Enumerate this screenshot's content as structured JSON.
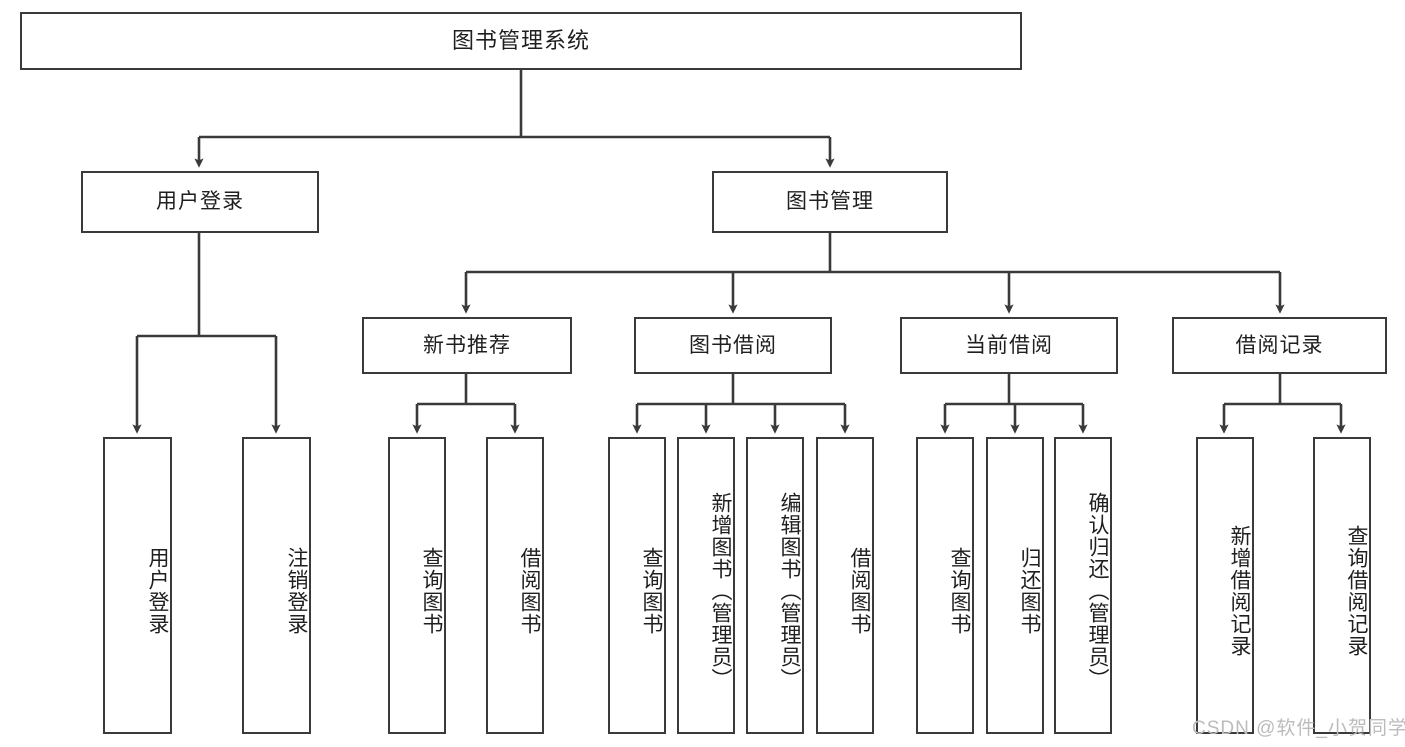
{
  "diagram": {
    "title_box": "图书管理系统",
    "level2": [
      {
        "label": "用户登录"
      },
      {
        "label": "图书管理"
      }
    ],
    "level3": [
      {
        "label": "新书推荐"
      },
      {
        "label": "图书借阅"
      },
      {
        "label": "当前借阅"
      },
      {
        "label": "借阅记录"
      }
    ],
    "leaves": {
      "user_login": [
        {
          "label": "用户登录"
        },
        {
          "label": "注销登录"
        }
      ],
      "new_book_recommend": [
        {
          "label": "查询图书"
        },
        {
          "label": "借阅图书"
        }
      ],
      "book_borrow": [
        {
          "label": "查询图书"
        },
        {
          "label": "新增图书（管理员）"
        },
        {
          "label": "编辑图书（管理员）"
        },
        {
          "label": "借阅图书"
        }
      ],
      "current_borrow": [
        {
          "label": "查询图书"
        },
        {
          "label": "归还图书"
        },
        {
          "label": "确认归还（管理员）"
        }
      ],
      "borrow_record": [
        {
          "label": "新增借阅记录"
        },
        {
          "label": "查询借阅记录"
        }
      ]
    }
  },
  "watermark": {
    "text": "CSDN @软件_小贺同学"
  },
  "colors": {
    "border": "#3a3a3a",
    "text": "#1f1f1f",
    "background": "#ffffff",
    "watermark": "#bcbcbc"
  }
}
